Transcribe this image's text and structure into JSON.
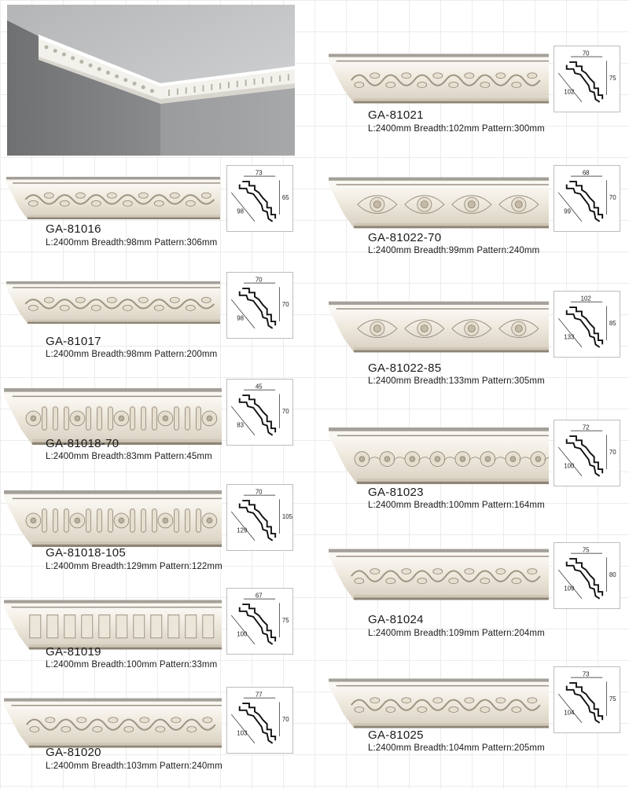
{
  "products": [
    {
      "code": "GA-81016",
      "length": "2400mm",
      "breadth": "98mm",
      "pattern": "306mm",
      "dim_top": "73",
      "dim_side": "65",
      "dim_diag": "98",
      "style": "scroll"
    },
    {
      "code": "GA-81017",
      "length": "2400mm",
      "breadth": "98mm",
      "pattern": "200mm",
      "dim_top": "70",
      "dim_side": "70",
      "dim_diag": "98",
      "style": "acanthus"
    },
    {
      "code": "GA-81018-70",
      "length": "2400mm",
      "breadth": "83mm",
      "pattern": "45mm",
      "dim_top": "45",
      "dim_side": "70",
      "dim_diag": "83",
      "style": "rosette-flute"
    },
    {
      "code": "GA-81018-105",
      "length": "2400mm",
      "breadth": "129mm",
      "pattern": "122mm",
      "dim_top": "70",
      "dim_side": "105",
      "dim_diag": "129",
      "style": "rosette-flute"
    },
    {
      "code": "GA-81019",
      "length": "2400mm",
      "breadth": "100mm",
      "pattern": "33mm",
      "dim_top": "67",
      "dim_side": "75",
      "dim_diag": "100",
      "style": "dentil"
    },
    {
      "code": "GA-81020",
      "length": "2400mm",
      "breadth": "103mm",
      "pattern": "240mm",
      "dim_top": "77",
      "dim_side": "70",
      "dim_diag": "103",
      "style": "scroll"
    },
    {
      "code": "GA-81021",
      "length": "2400mm",
      "breadth": "102mm",
      "pattern": "300mm",
      "dim_top": "70",
      "dim_side": "75",
      "dim_diag": "102",
      "style": "acanthus"
    },
    {
      "code": "GA-81022-70",
      "length": "2400mm",
      "breadth": "99mm",
      "pattern": "240mm",
      "dim_top": "68",
      "dim_side": "70",
      "dim_diag": "99",
      "style": "rose"
    },
    {
      "code": "GA-81022-85",
      "length": "2400mm",
      "breadth": "133mm",
      "pattern": "305mm",
      "dim_top": "102",
      "dim_side": "85",
      "dim_diag": "133",
      "style": "rose"
    },
    {
      "code": "GA-81023",
      "length": "2400mm",
      "breadth": "100mm",
      "pattern": "164mm",
      "dim_top": "72",
      "dim_side": "70",
      "dim_diag": "100",
      "style": "flower-band"
    },
    {
      "code": "GA-81024",
      "length": "2400mm",
      "breadth": "109mm",
      "pattern": "204mm",
      "dim_top": "75",
      "dim_side": "80",
      "dim_diag": "109",
      "style": "vine"
    },
    {
      "code": "GA-81025",
      "length": "2400mm",
      "breadth": "104mm",
      "pattern": "205mm",
      "dim_top": "73",
      "dim_side": "75",
      "dim_diag": "104",
      "style": "acanthus"
    }
  ],
  "labels": {
    "length": "L:",
    "breadth": "Breadth:",
    "pattern": "Pattern:"
  },
  "colors": {
    "cream": "#efe9dd",
    "shadow": "#5a5247",
    "gray_wall": "#8f9092",
    "ceiling": "#a9aaac"
  }
}
